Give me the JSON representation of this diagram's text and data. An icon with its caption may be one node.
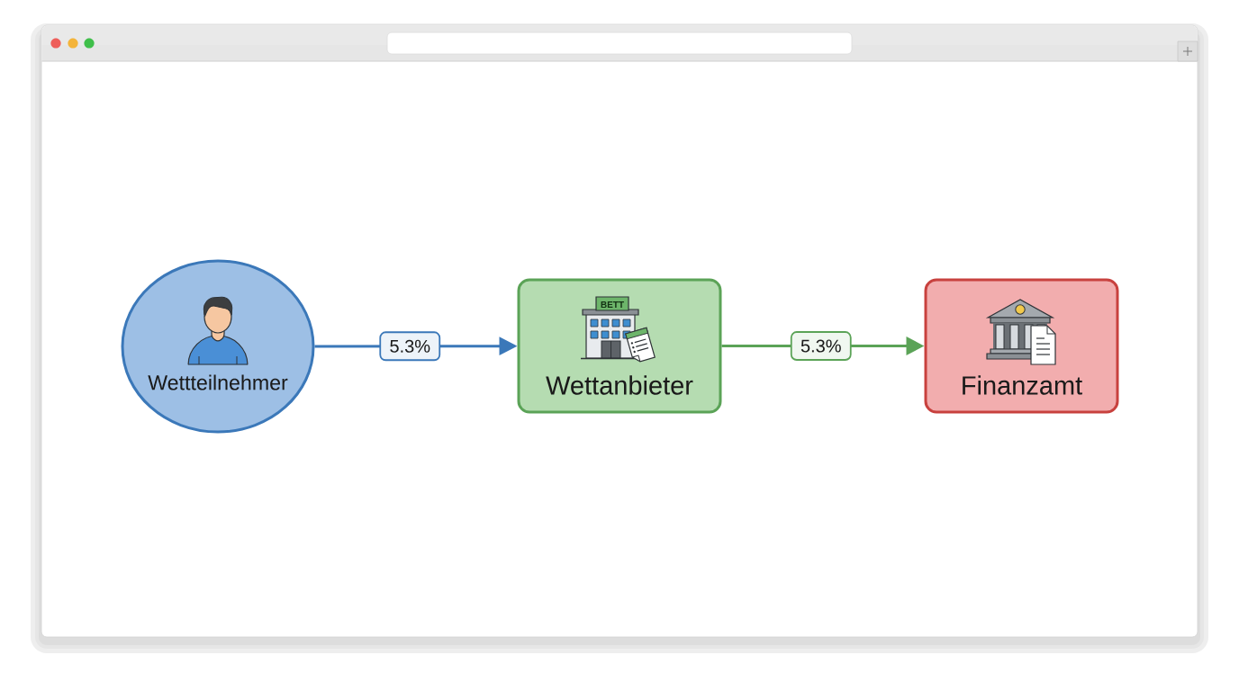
{
  "diagram": {
    "nodes": [
      {
        "text": [
          "Wettteilnehmer"
        ]
      },
      {
        "text": [
          "Wettanbieter"
        ]
      },
      {
        "text": [
          "Finanzamt"
        ]
      }
    ],
    "edges": [
      {
        "from": 0,
        "to": 1,
        "arrow": "to",
        "label": "5.3%",
        "color": "#3b78b9"
      },
      {
        "from": 1,
        "to": 2,
        "arrow": "to",
        "label": "5.3%",
        "color": "#5ba357"
      }
    ],
    "labels": [
      "BETT"
    ]
  }
}
